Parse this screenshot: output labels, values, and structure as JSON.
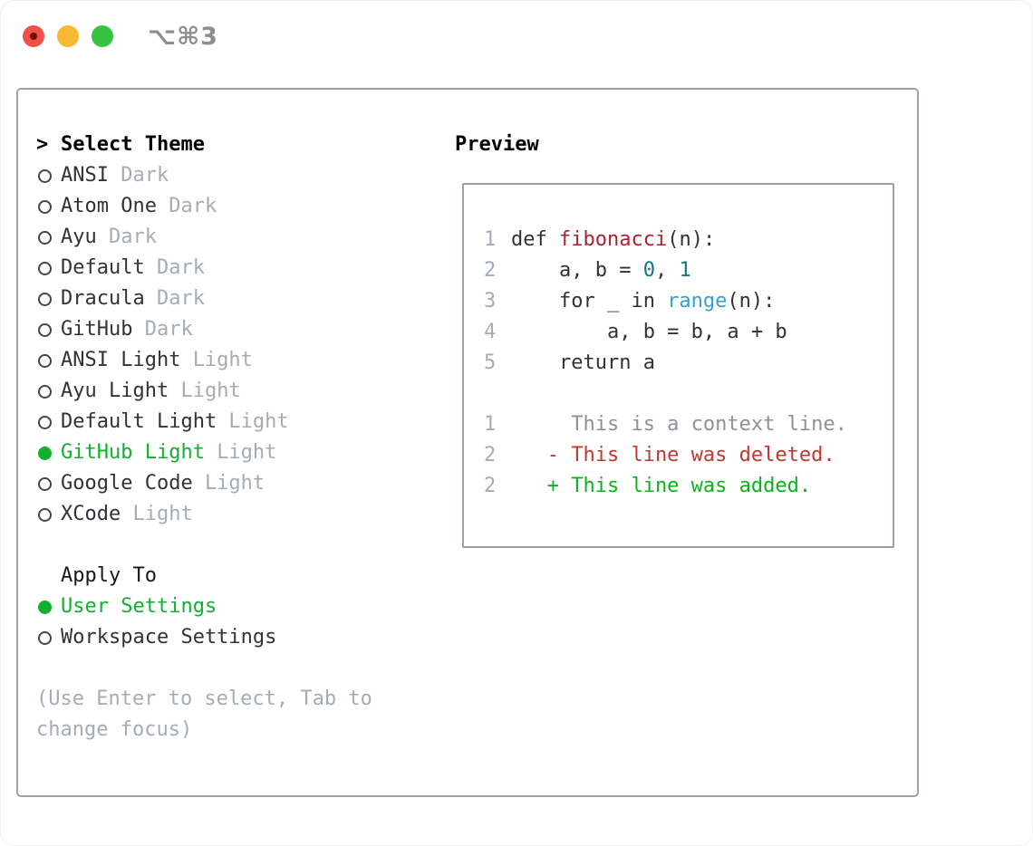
{
  "titlebar": {
    "shortcut_label": "⌥⌘3"
  },
  "theme_panel": {
    "header_prefix": ">",
    "header": "Select Theme",
    "items": [
      {
        "name": "ANSI",
        "variant": "Dark",
        "selected": false
      },
      {
        "name": "Atom One",
        "variant": "Dark",
        "selected": false
      },
      {
        "name": "Ayu",
        "variant": "Dark",
        "selected": false
      },
      {
        "name": "Default",
        "variant": "Dark",
        "selected": false
      },
      {
        "name": "Dracula",
        "variant": "Dark",
        "selected": false
      },
      {
        "name": "GitHub",
        "variant": "Dark",
        "selected": false
      },
      {
        "name": "ANSI Light",
        "variant": "Light",
        "selected": false
      },
      {
        "name": "Ayu Light",
        "variant": "Light",
        "selected": false
      },
      {
        "name": "Default Light",
        "variant": "Light",
        "selected": false
      },
      {
        "name": "GitHub Light",
        "variant": "Light",
        "selected": true
      },
      {
        "name": "Google Code",
        "variant": "Light",
        "selected": false
      },
      {
        "name": "XCode",
        "variant": "Light",
        "selected": false
      }
    ]
  },
  "apply_panel": {
    "header": "Apply To",
    "items": [
      {
        "label": "User Settings",
        "selected": true
      },
      {
        "label": "Workspace Settings",
        "selected": false
      }
    ]
  },
  "help_text": "(Use Enter to select, Tab to change focus)",
  "preview": {
    "header": "Preview",
    "code_lines": [
      {
        "num": "1",
        "segments": [
          {
            "text": "def ",
            "color": "code"
          },
          {
            "text": "fibonacci",
            "color": "function"
          },
          {
            "text": "(n):",
            "color": "code"
          }
        ]
      },
      {
        "num": "2",
        "segments": [
          {
            "text": "    a, b = ",
            "color": "code"
          },
          {
            "text": "0",
            "color": "number"
          },
          {
            "text": ", ",
            "color": "code"
          },
          {
            "text": "1",
            "color": "number"
          }
        ]
      },
      {
        "num": "3",
        "segments": [
          {
            "text": "    for _ in ",
            "color": "code"
          },
          {
            "text": "range",
            "color": "builtin"
          },
          {
            "text": "(n):",
            "color": "code"
          }
        ]
      },
      {
        "num": "4",
        "segments": [
          {
            "text": "        a, b = b, a + b",
            "color": "code"
          }
        ]
      },
      {
        "num": "5",
        "segments": [
          {
            "text": "    return a",
            "color": "code"
          }
        ]
      },
      {
        "num": "",
        "segments": []
      },
      {
        "num": "1",
        "segments": [
          {
            "text": "     This is a context line.",
            "color": "context"
          }
        ]
      },
      {
        "num": "2",
        "segments": [
          {
            "text": "   - This line was deleted.",
            "color": "deleted"
          }
        ]
      },
      {
        "num": "2",
        "segments": [
          {
            "text": "   + This line was added.",
            "color": "added"
          }
        ]
      }
    ]
  },
  "colors": {
    "accent_green": "#12b02f",
    "name_text": "#2f3337",
    "muted": "#a4adb6",
    "border": "#99a2ac",
    "line_number": "#a4adb6",
    "code_default": "#2f3337",
    "code_function": "#a6242f",
    "code_number": "#0d7680",
    "code_builtin": "#36a0ce",
    "diff_context": "#8b9299",
    "diff_deleted": "#c2382c",
    "diff_added": "#0bb31a",
    "traffic_red": "#f05048",
    "traffic_red_dot": "#740c00",
    "traffic_yellow": "#f7b932",
    "traffic_green": "#35c33f",
    "titlebar_text": "#8d8d8d"
  }
}
